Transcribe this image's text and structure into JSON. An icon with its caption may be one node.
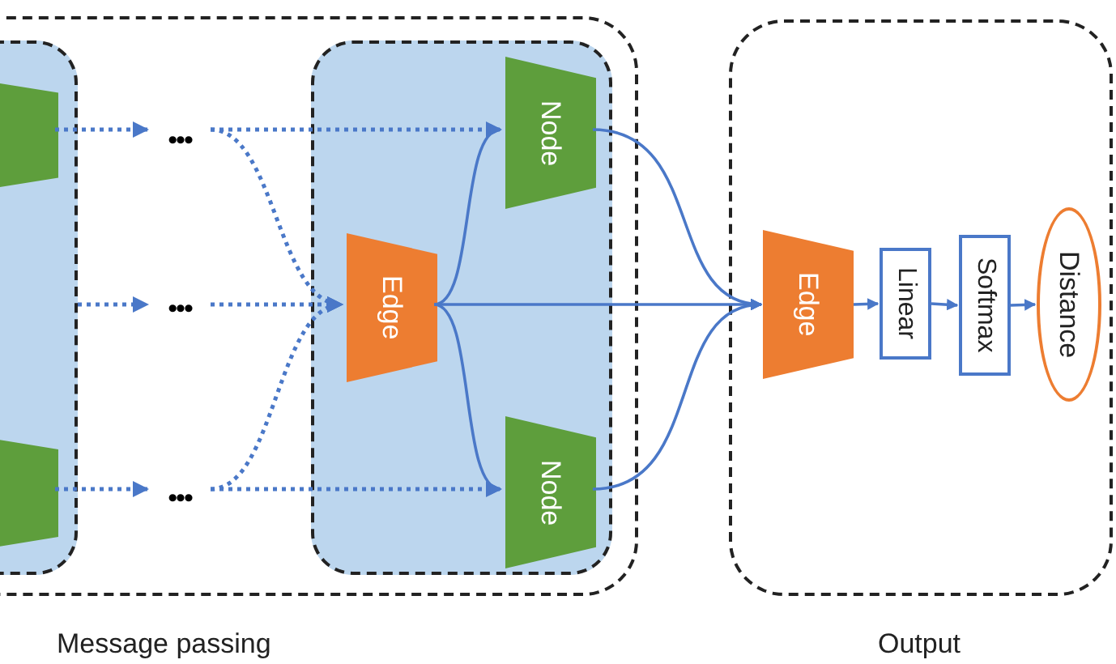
{
  "diagram": {
    "nodes": [
      {
        "text": [
          "Message passing"
        ]
      },
      {
        "text": [],
        "shape": "box",
        "in": 0
      },
      {
        "text": [],
        "shape": "trapezoid",
        "in": 1
      },
      {
        "text": [],
        "shape": "trapezoid",
        "in": 1
      },
      {
        "text": [
          "•••"
        ],
        "in": 0
      },
      {
        "text": [
          "•••"
        ],
        "in": 0
      },
      {
        "text": [
          "•••"
        ],
        "in": 0
      },
      {
        "text": [],
        "shape": "box",
        "in": 0
      },
      {
        "text": [
          "Edge"
        ],
        "in": 7
      },
      {
        "text": [
          "Node"
        ],
        "in": 7
      },
      {
        "text": [
          "Node"
        ],
        "in": 7
      },
      {
        "text": [
          "Output"
        ]
      },
      {
        "text": [
          "Edge"
        ],
        "in": 11
      },
      {
        "text": [
          "Linear"
        ],
        "in": 11
      },
      {
        "text": [
          "Softmax"
        ],
        "in": 11
      },
      {
        "text": [
          "Distance"
        ],
        "in": 11
      }
    ],
    "edges": [
      {
        "from": 2,
        "to": 4,
        "arrow": "to",
        "style": "dashed"
      },
      {
        "from": 1,
        "to": 5,
        "arrow": "to",
        "style": "dashed"
      },
      {
        "from": 3,
        "to": 6,
        "arrow": "to",
        "style": "dashed"
      },
      {
        "from": 4,
        "to": 9,
        "arrow": "to",
        "style": "dashed"
      },
      {
        "from": 4,
        "to": 8,
        "arrow": "to",
        "style": "dashed"
      },
      {
        "from": 5,
        "to": 8,
        "arrow": "to",
        "style": "dashed"
      },
      {
        "from": 6,
        "to": 8,
        "arrow": "to",
        "style": "dashed"
      },
      {
        "from": 6,
        "to": 10,
        "arrow": "to",
        "style": "dashed"
      },
      {
        "from": 8,
        "to": 9,
        "arrow": "to"
      },
      {
        "from": 8,
        "to": 10,
        "arrow": "to"
      },
      {
        "from": 8,
        "to": 12,
        "arrow": "to"
      },
      {
        "from": 9,
        "to": 12,
        "arrow": "to"
      },
      {
        "from": 10,
        "to": 12,
        "arrow": "to"
      },
      {
        "from": 12,
        "to": 13,
        "arrow": "to"
      },
      {
        "from": 13,
        "to": 14,
        "arrow": "to"
      },
      {
        "from": 14,
        "to": 15,
        "arrow": "to"
      }
    ]
  }
}
